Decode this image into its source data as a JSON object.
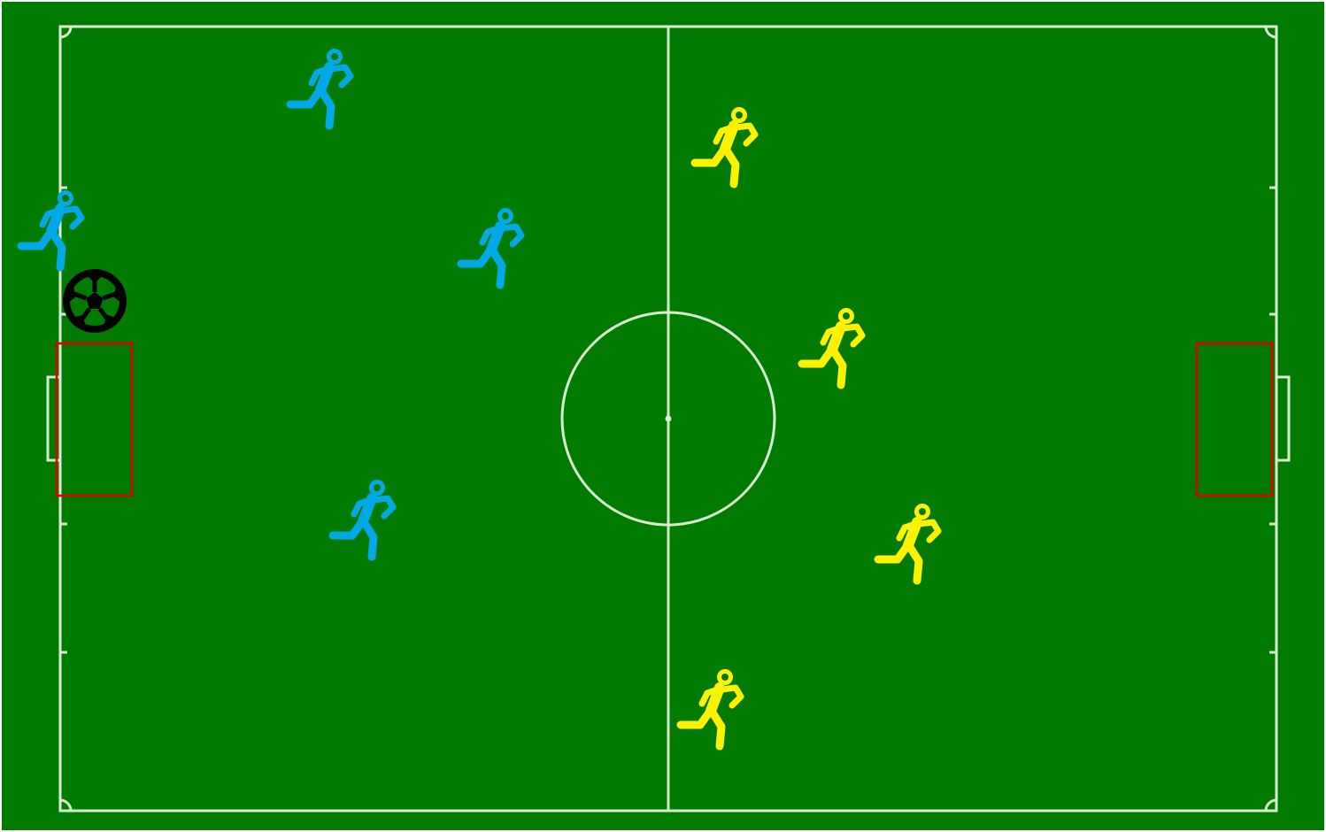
{
  "colors": {
    "grass": "#007A00",
    "lines": "#D8EED0",
    "goal_area": "#E00000",
    "team_blue": "#00A8E6",
    "team_yellow": "#FFF200",
    "ball": "#000000"
  },
  "teams": [
    {
      "name": "",
      "color_key": "team_blue",
      "players": 4,
      "icon": "running-person-icon"
    },
    {
      "name": "",
      "color_key": "team_yellow",
      "players": 4,
      "icon": "running-person-icon"
    }
  ],
  "ball": {
    "icon": "soccer-ball-icon"
  }
}
